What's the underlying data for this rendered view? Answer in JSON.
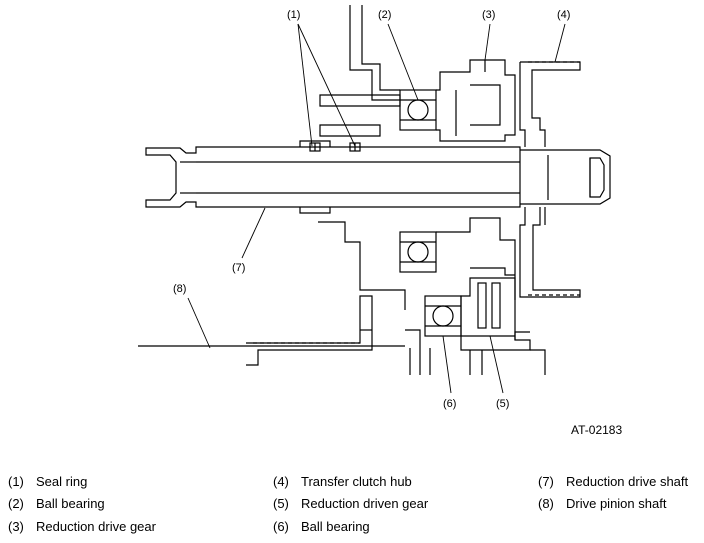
{
  "figure_id": "AT-02183",
  "callouts": [
    "(1)",
    "(2)",
    "(3)",
    "(4)",
    "(5)",
    "(6)",
    "(7)",
    "(8)"
  ],
  "legend": [
    {
      "num": "(1)",
      "text": "Seal ring"
    },
    {
      "num": "(2)",
      "text": "Ball bearing"
    },
    {
      "num": "(3)",
      "text": "Reduction drive gear"
    },
    {
      "num": "(4)",
      "text": "Transfer clutch hub"
    },
    {
      "num": "(5)",
      "text": "Reduction driven gear"
    },
    {
      "num": "(6)",
      "text": "Ball bearing"
    },
    {
      "num": "(7)",
      "text": "Reduction drive shaft"
    },
    {
      "num": "(8)",
      "text": "Drive pinion shaft"
    }
  ]
}
